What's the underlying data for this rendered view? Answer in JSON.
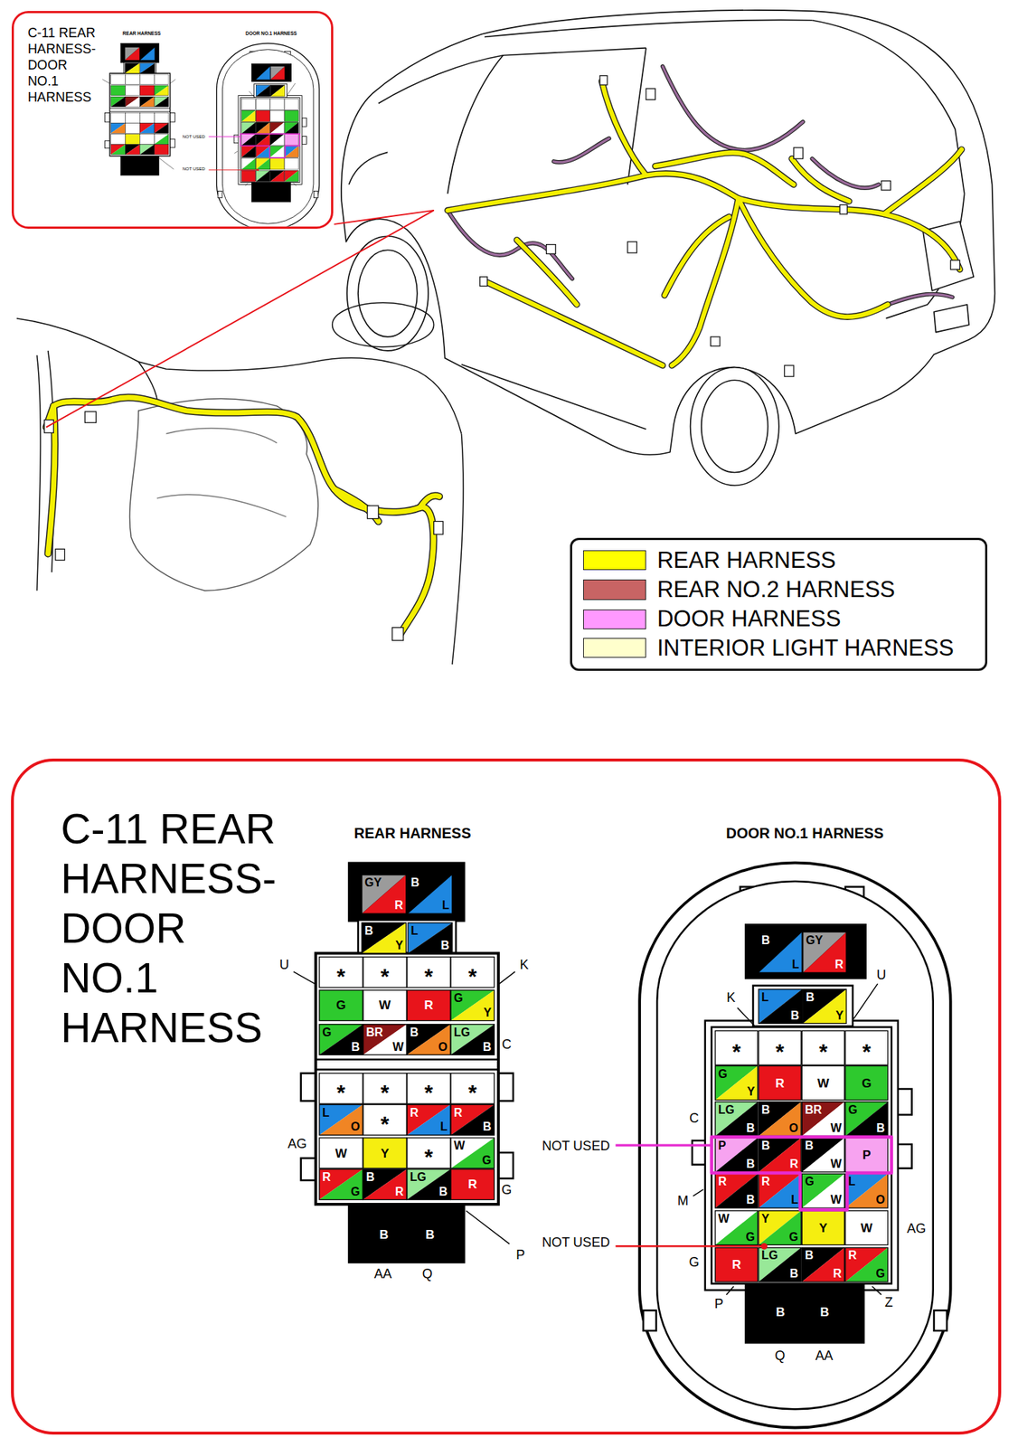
{
  "diagram": {
    "nodes": [
      {
        "text": [
          "C-11 REAR HARNESS- DOOR NO.1 HARNESS"
        ]
      },
      {
        "text": [
          "C-11 REAR HARNESS- DOOR NO.1 HARNESS"
        ]
      },
      {
        "text": [
          "REAR HARNESS"
        ],
        "in": 1
      },
      {
        "text": [
          "DOOR NO.1 HARNESS"
        ],
        "in": 1
      }
    ],
    "labels": [
      "REAR HARNESS",
      "DOOR NO.1 HARNESS",
      "NOT USED",
      "NOT USED",
      "GY",
      "R",
      "B",
      "L",
      "B",
      "Y",
      "L",
      "B",
      "*",
      "*",
      "*",
      "*",
      "G",
      "W",
      "R",
      "G",
      "Y",
      "G",
      "B",
      "BR",
      "W",
      "B",
      "O",
      "LG",
      "B",
      "*",
      "*",
      "*",
      "*",
      "L",
      "O",
      "*",
      "R",
      "L",
      "R",
      "B",
      "W",
      "Y",
      "*",
      "W",
      "G",
      "R",
      "G",
      "B",
      "R",
      "LG",
      "B",
      "R",
      "B",
      "B",
      "U",
      "K",
      "C",
      "AG",
      "G",
      "P",
      "AA",
      "Q",
      "B",
      "L",
      "GY",
      "R",
      "L",
      "B",
      "B",
      "Y",
      "*",
      "*",
      "*",
      "*",
      "G",
      "Y",
      "R",
      "W",
      "G",
      "LG",
      "B",
      "B",
      "O",
      "BR",
      "W",
      "G",
      "B",
      "P",
      "B",
      "B",
      "R",
      "B",
      "W",
      "P",
      "R",
      "B",
      "R",
      "L",
      "G",
      "W",
      "L",
      "O",
      "W",
      "G",
      "Y",
      "G",
      "Y",
      "W",
      "R",
      "LG",
      "B",
      "B",
      "R",
      "R",
      "G",
      "B",
      "B",
      "K",
      "U",
      "C",
      "M",
      "AG",
      "G",
      "P",
      "Z",
      "Q",
      "AA",
      "NOT USED",
      "NOT USED"
    ],
    "legend": [
      {
        "text": "REAR HARNESS",
        "color": "#ffff00"
      },
      {
        "text": "REAR NO.2 HARNESS",
        "color": "#c86464"
      },
      {
        "text": "DOOR HARNESS",
        "color": "#ff99ff"
      },
      {
        "text": "INTERIOR LIGHT HARNESS",
        "color": "#ffffcc"
      }
    ]
  }
}
